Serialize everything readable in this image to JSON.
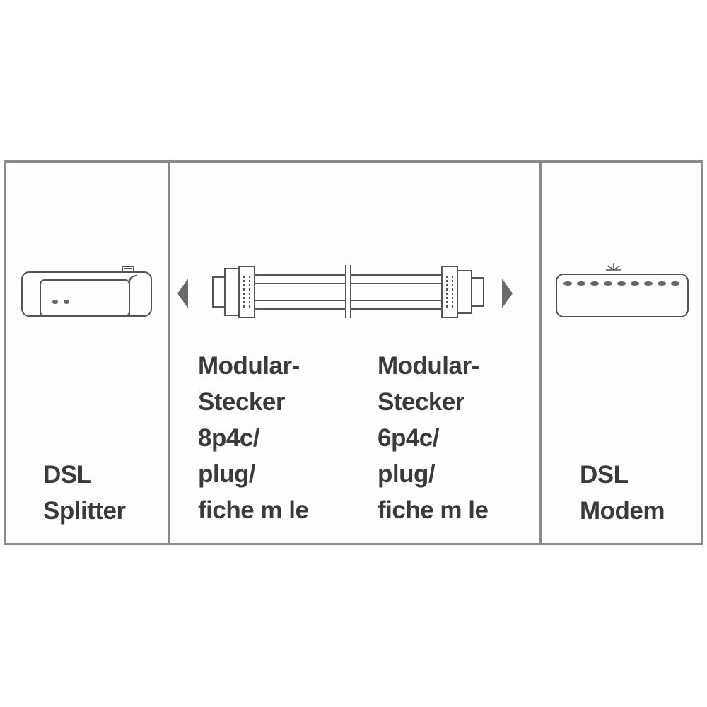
{
  "panels": {
    "splitter": {
      "label_lines": [
        "DSL",
        "Splitter"
      ],
      "icon": "dsl-splitter-icon"
    },
    "cable": {
      "left_connector": {
        "label_lines": [
          "Modular-",
          "Stecker",
          "8p4c/",
          "plug/",
          "fiche m le"
        ],
        "icon": "connector-8p4c-icon"
      },
      "right_connector": {
        "label_lines": [
          "Modular-",
          "Stecker",
          "6p4c/",
          "plug/",
          "fiche m le"
        ],
        "icon": "connector-6p4c-icon"
      },
      "icons": [
        "arrow-left-icon",
        "cable-icon",
        "arrow-right-icon"
      ]
    },
    "modem": {
      "label_lines": [
        "DSL",
        "Modem"
      ],
      "icon": "dsl-modem-icon"
    }
  },
  "colors": {
    "line": "#555555",
    "border": "#8a8a8a",
    "text": "#3a3a3a",
    "arrow": "#6a6a6a"
  }
}
